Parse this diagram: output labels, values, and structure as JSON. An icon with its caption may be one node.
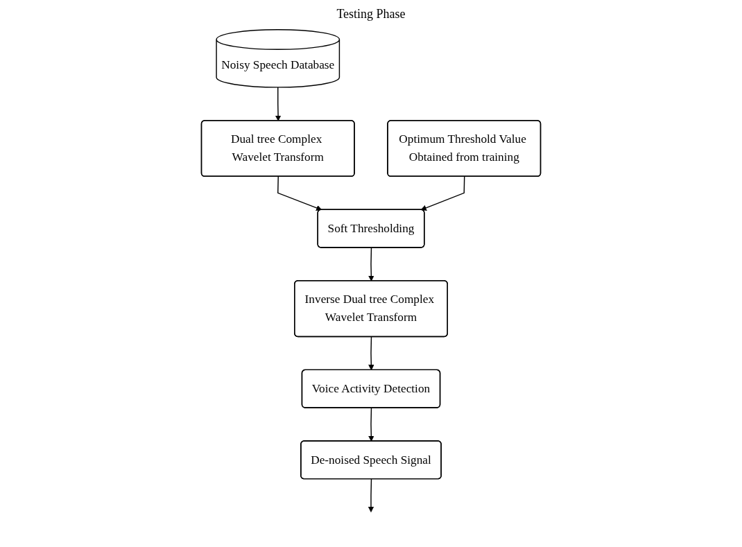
{
  "diagram": {
    "title": "Testing Phase",
    "nodes": [
      {
        "text": [
          "Noisy Speech Database"
        ]
      },
      {
        "text": [
          "Dual tree Complex Wavelet Transform"
        ]
      },
      {
        "text": [
          "Soft Thresholding"
        ]
      },
      {
        "text": [
          "Optimum Threshold Value Obtained from training"
        ]
      },
      {
        "text": [
          "Inverse Dual tree Complex Wavelet Transform"
        ]
      },
      {
        "text": [
          "Voice Activity Detection"
        ]
      },
      {
        "text": [
          "De-noised Speech Signal"
        ]
      }
    ],
    "edges": [
      {
        "from": 0,
        "to": 1,
        "arrow": "to"
      },
      {
        "from": 1,
        "to": 2,
        "arrow": "to"
      },
      {
        "from": 3,
        "to": 2,
        "arrow": "to"
      },
      {
        "from": 2,
        "to": 4,
        "arrow": "to"
      },
      {
        "from": 4,
        "to": 5,
        "arrow": "to"
      },
      {
        "from": 5,
        "to": 6,
        "arrow": "to"
      },
      {
        "from": 6,
        "to": null,
        "arrow": "to"
      }
    ]
  }
}
